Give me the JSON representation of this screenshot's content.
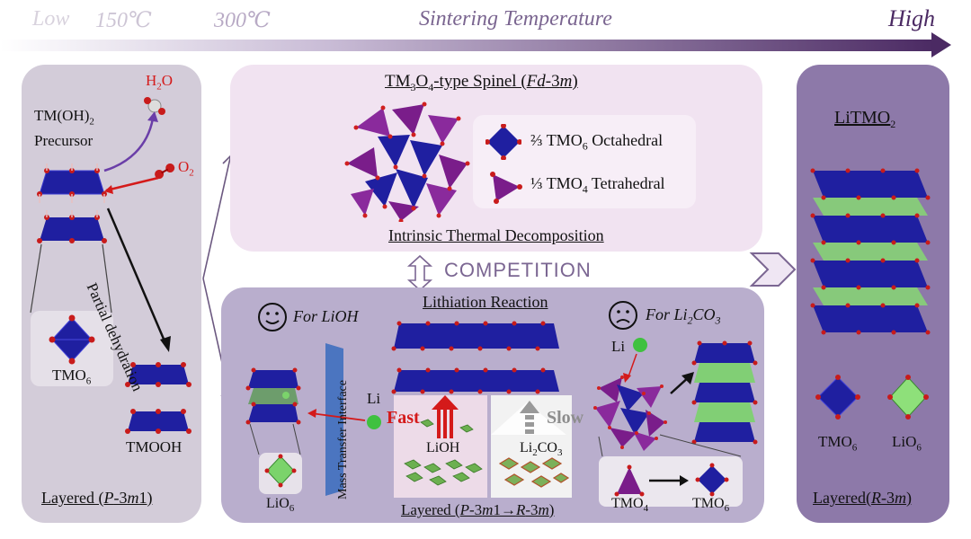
{
  "header": {
    "low": "Low",
    "t150": "150℃",
    "t300": "300℃",
    "title": "Sintering Temperature",
    "high": "High"
  },
  "left_panel": {
    "h2o": "H",
    "h2o_sub": "2",
    "h2o_end": "O",
    "o2": "O",
    "o2_sub": "2",
    "precursor_a": "TM(OH)",
    "precursor_sub": "2",
    "precursor_b": "Precursor",
    "dehydration": "Partial dehydration",
    "tmo6": "TMO",
    "tmo6_sub": "6",
    "tmooh": "TMOOH",
    "layered_a": "Layered (",
    "layered_b": "P",
    "layered_c": "-3",
    "layered_d": "m",
    "layered_e": "1)"
  },
  "spinel_panel": {
    "title_a": "TM",
    "title_sub1": "3",
    "title_b": "O",
    "title_sub2": "4",
    "title_c": "-type Spinel (",
    "title_d": "Fd",
    "title_e": "-3",
    "title_f": "m",
    "title_g": ")",
    "oct_frac": "⅔",
    "oct_a": "TMO",
    "oct_sub": "6",
    "oct_b": "Octahedral",
    "tet_frac": "⅓",
    "tet_a": "TMO",
    "tet_sub": "4",
    "tet_b": "Tetrahedral",
    "footer": "Intrinsic Thermal Decomposition"
  },
  "competition": "COMPETITION",
  "lithiation_panel": {
    "for_lioh": "For LiOH",
    "title": "Lithiation Reaction",
    "for_li2co3_a": "For Li",
    "for_li2co3_sub": "2",
    "for_li2co3_b": "CO",
    "for_li2co3_sub2": "3",
    "mass_transfer": "Mass Transfer Interface",
    "li": "Li",
    "li2": "Li",
    "fast": "Fast",
    "slow": "Slow",
    "lioh": "LiOH",
    "li2co3_a": "Li",
    "li2co3_sub": "2",
    "li2co3_b": "CO",
    "li2co3_sub2": "3",
    "lio6": "LiO",
    "lio6_sub": "6",
    "tmo4": "TMO",
    "tmo4_sub": "4",
    "tmo6": "TMO",
    "tmo6_sub": "6",
    "footer_a": "Layered (",
    "footer_b": "P",
    "footer_c": "-3",
    "footer_d": "m",
    "footer_e": "1→",
    "footer_f": "R",
    "footer_g": "-3",
    "footer_h": "m",
    "footer_i": ")"
  },
  "right_panel": {
    "title_a": "LiTMO",
    "title_sub": "2",
    "tmo6": "TMO",
    "tmo6_sub": "6",
    "lio6": "LiO",
    "lio6_sub": "6",
    "footer_a": "Layered(",
    "footer_b": "R",
    "footer_c": "-3",
    "footer_d": "m",
    "footer_e": ")"
  },
  "colors": {
    "left_panel": "#d3ccd9",
    "spinel_panel": "#f1e3f1",
    "lithiation_panel": "#b9aecd",
    "right_panel": "#8d79a9",
    "octahedra": "#1f1fa0",
    "tetrahedra": "#7a1d8a",
    "li_green": "#7bd36b",
    "oxygen": "#c81b1b",
    "arrow_dark": "#5a3a73"
  }
}
